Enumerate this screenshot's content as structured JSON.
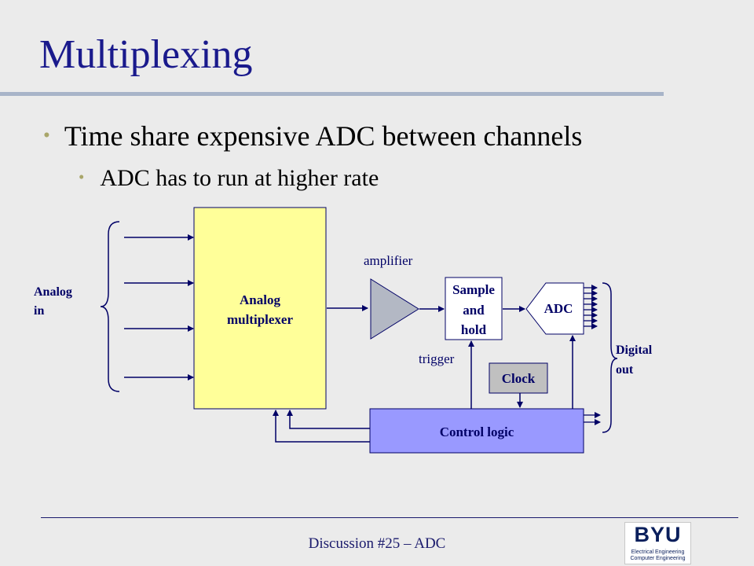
{
  "slide": {
    "title": "Multiplexing",
    "bullets": [
      {
        "level": 1,
        "text": "Time share expensive ADC between channels"
      },
      {
        "level": 2,
        "text": "ADC has to run at higher rate"
      }
    ]
  },
  "diagram": {
    "analog_in_line1": "Analog",
    "analog_in_line2": "in",
    "mux_line1": "Analog",
    "mux_line2": "multiplexer",
    "amplifier": "amplifier",
    "sh_line1": "Sample",
    "sh_line2": "and",
    "sh_line3": "hold",
    "adc": "ADC",
    "trigger": "trigger",
    "clock": "Clock",
    "control": "Control logic",
    "digital_out_line1": "Digital",
    "digital_out_line2": "out",
    "colors": {
      "mux_fill": "#ffff99",
      "amp_fill": "#b3b8c4",
      "control_fill": "#9999ff",
      "clock_fill": "#c0c0c0",
      "line": "#000066"
    }
  },
  "footer": {
    "text": "Discussion #25 – ADC",
    "logo_mark": "BYU",
    "logo_sub1": "Electrical Engineering",
    "logo_sub2": "Computer Engineering"
  }
}
